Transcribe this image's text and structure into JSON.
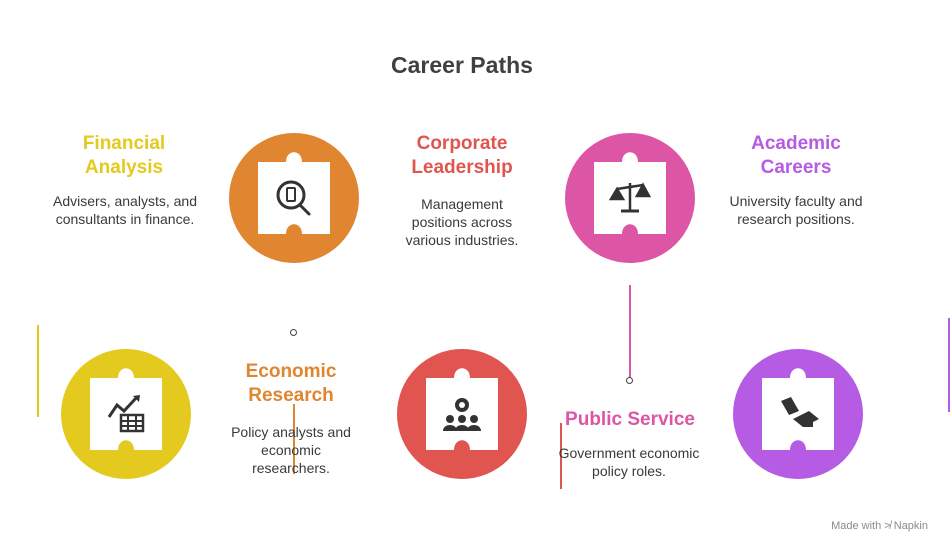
{
  "title": "Career Paths",
  "items": [
    {
      "label_line1": "Financial",
      "label_line2": "Analysis",
      "desc_line1": "Advisers, analysts, and",
      "desc_line2": "consultants in finance.",
      "desc_line3": "",
      "color": "#E4C91F",
      "circle_color": "#E08530",
      "icon": "search-document-icon"
    },
    {
      "label_line1": "Corporate",
      "label_line2": "Leadership",
      "desc_line1": "Management",
      "desc_line2": "positions across",
      "desc_line3": "various industries.",
      "color": "#E05550",
      "circle_color": "#DD56A5",
      "icon": "scales-icon"
    },
    {
      "label_line1": "Academic",
      "label_line2": "Careers",
      "desc_line1": "University faculty and",
      "desc_line2": "research positions.",
      "desc_line3": "",
      "color": "#B65BE3",
      "circle_color": "#B65BE3",
      "icon": "graduation-cap-icon"
    },
    {
      "label_line1": "Economic",
      "label_line2": "Research",
      "desc_line1": "Policy analysts and",
      "desc_line2": "economic",
      "desc_line3": "researchers.",
      "color": "#E08530",
      "circle_color": "#E4C91F",
      "icon": "chart-table-icon"
    },
    {
      "label_line1": "Public Service",
      "label_line2": "",
      "desc_line1": "Government economic",
      "desc_line2": "policy roles.",
      "desc_line3": "",
      "color": "#DD56A5",
      "circle_color": "#E05550",
      "icon": "people-gear-icon"
    }
  ],
  "watermark": "Made with ≯ Napkin"
}
